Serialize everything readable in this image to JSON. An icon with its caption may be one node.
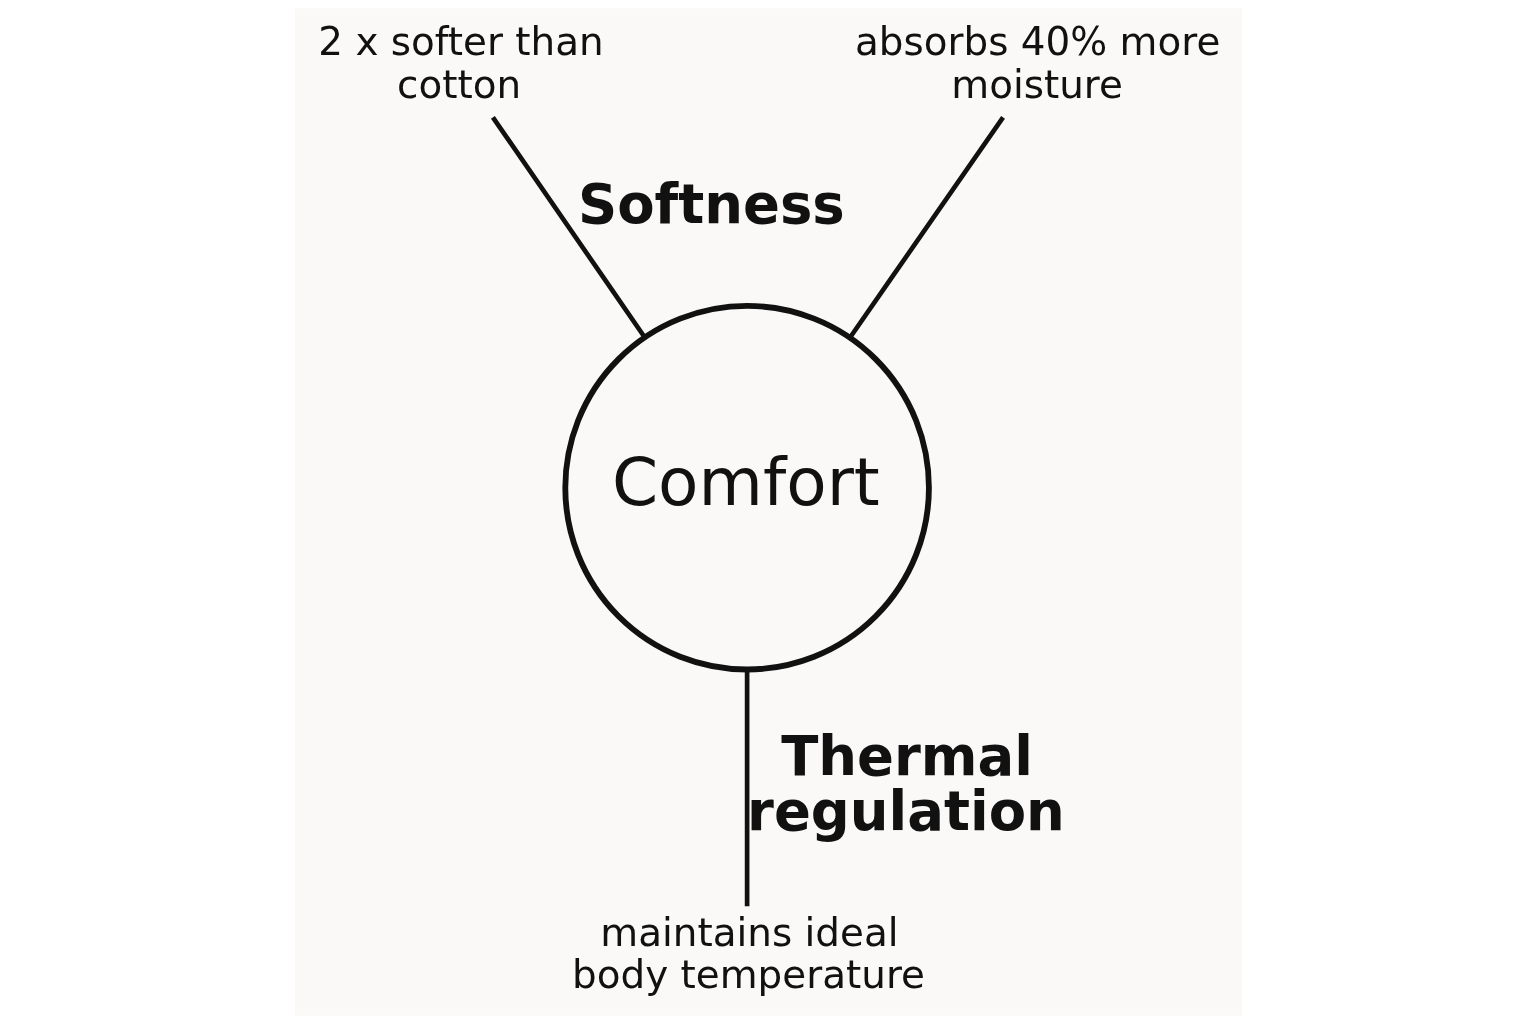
{
  "diagram": {
    "nodes": [
      {
        "text": [
          "Comfort"
        ]
      },
      {
        "text": [
          "2 x softer than cotton"
        ]
      },
      {
        "text": [
          "absorbs 40% more moisture"
        ]
      },
      {
        "text": [
          "maintains ideal body temperature"
        ]
      }
    ],
    "edges": [
      {
        "from": 1,
        "to": 0,
        "arrow": "none",
        "label": "Softness"
      },
      {
        "from": 2,
        "to": 0,
        "arrow": "none"
      },
      {
        "from": 0,
        "to": 3,
        "arrow": "none",
        "label": "Thermal regulation"
      }
    ]
  }
}
